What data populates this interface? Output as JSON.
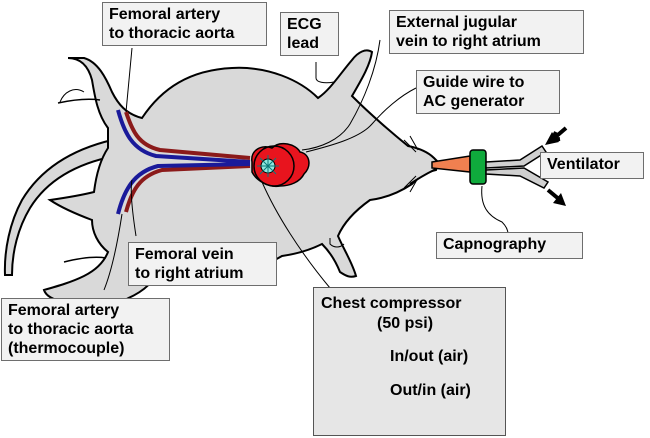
{
  "labels": {
    "femoral_artery_top": [
      "Femoral artery",
      "to thoracic aorta"
    ],
    "ecg": [
      "ECG",
      "lead"
    ],
    "jugular": [
      "External jugular",
      "vein to right atrium"
    ],
    "guide_wire": [
      "Guide wire to",
      "AC generator"
    ],
    "ventilator": "Ventilator",
    "capnography": "Capnography",
    "femoral_vein": [
      "Femoral vein",
      "to right atrium"
    ],
    "femoral_artery_bottom": [
      "Femoral artery",
      "to thoracic aorta",
      "(thermocouple)"
    ]
  },
  "compressor": {
    "title": [
      "Chest compressor",
      "(50 psi)"
    ],
    "port_top": "In/out (air)",
    "port_bottom": "Out/in (air)"
  },
  "colors": {
    "artery": "#8b1a1a",
    "vein": "#1a1a9a",
    "heart": "#e8141e",
    "tube": "#0faa3c",
    "cylinder": "#8db600",
    "body": "#d9d9d9"
  }
}
